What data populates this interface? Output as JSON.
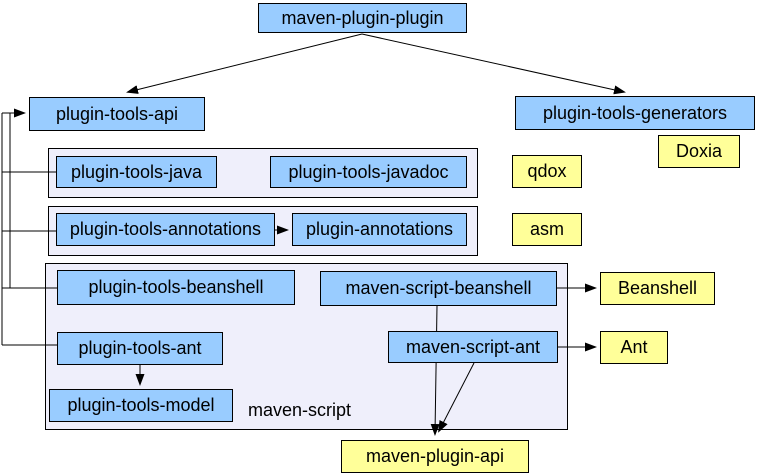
{
  "diagram": {
    "description": "Maven plugin tools module dependency diagram",
    "colors": {
      "module_fill": "#99CCFF",
      "library_fill": "#FFFF99",
      "group_fill": "#EFEFFB",
      "line": "#000000"
    },
    "nodes": [
      {
        "id": "maven-plugin-plugin",
        "label": "maven-plugin-plugin",
        "kind": "module"
      },
      {
        "id": "plugin-tools-api",
        "label": "plugin-tools-api",
        "kind": "module"
      },
      {
        "id": "plugin-tools-generators",
        "label": "plugin-tools-generators",
        "kind": "module"
      },
      {
        "id": "doxia",
        "label": "Doxia",
        "kind": "library"
      },
      {
        "id": "plugin-tools-java",
        "label": "plugin-tools-java",
        "kind": "module"
      },
      {
        "id": "plugin-tools-javadoc",
        "label": "plugin-tools-javadoc",
        "kind": "module"
      },
      {
        "id": "qdox",
        "label": "qdox",
        "kind": "library"
      },
      {
        "id": "plugin-tools-annotations",
        "label": "plugin-tools-annotations",
        "kind": "module"
      },
      {
        "id": "plugin-annotations",
        "label": "plugin-annotations",
        "kind": "module"
      },
      {
        "id": "asm",
        "label": "asm",
        "kind": "library"
      },
      {
        "id": "plugin-tools-beanshell",
        "label": "plugin-tools-beanshell",
        "kind": "module"
      },
      {
        "id": "maven-script-beanshell",
        "label": "maven-script-beanshell",
        "kind": "module"
      },
      {
        "id": "beanshell",
        "label": "Beanshell",
        "kind": "library"
      },
      {
        "id": "plugin-tools-ant",
        "label": "plugin-tools-ant",
        "kind": "module"
      },
      {
        "id": "maven-script-ant",
        "label": "maven-script-ant",
        "kind": "module"
      },
      {
        "id": "ant",
        "label": "Ant",
        "kind": "library"
      },
      {
        "id": "plugin-tools-model",
        "label": "plugin-tools-model",
        "kind": "module"
      },
      {
        "id": "maven-plugin-api",
        "label": "maven-plugin-api",
        "kind": "library"
      }
    ],
    "groups": [
      {
        "id": "java-group"
      },
      {
        "id": "annotations-group"
      },
      {
        "id": "maven-script-group",
        "label": "maven-script"
      }
    ],
    "edges": [
      {
        "from": "maven-plugin-plugin",
        "to": "plugin-tools-api"
      },
      {
        "from": "maven-plugin-plugin",
        "to": "plugin-tools-generators"
      },
      {
        "from": "plugin-tools-java",
        "to": "plugin-tools-api"
      },
      {
        "from": "plugin-tools-annotations",
        "to": "plugin-tools-api"
      },
      {
        "from": "plugin-tools-beanshell",
        "to": "plugin-tools-api"
      },
      {
        "from": "plugin-tools-ant",
        "to": "plugin-tools-api"
      },
      {
        "from": "plugin-tools-annotations",
        "to": "plugin-annotations"
      },
      {
        "from": "plugin-tools-ant",
        "to": "plugin-tools-model"
      },
      {
        "from": "maven-script-beanshell",
        "to": "beanshell"
      },
      {
        "from": "maven-script-ant",
        "to": "ant"
      },
      {
        "from": "maven-script-beanshell",
        "to": "maven-plugin-api"
      },
      {
        "from": "maven-script-ant",
        "to": "maven-plugin-api"
      }
    ]
  }
}
